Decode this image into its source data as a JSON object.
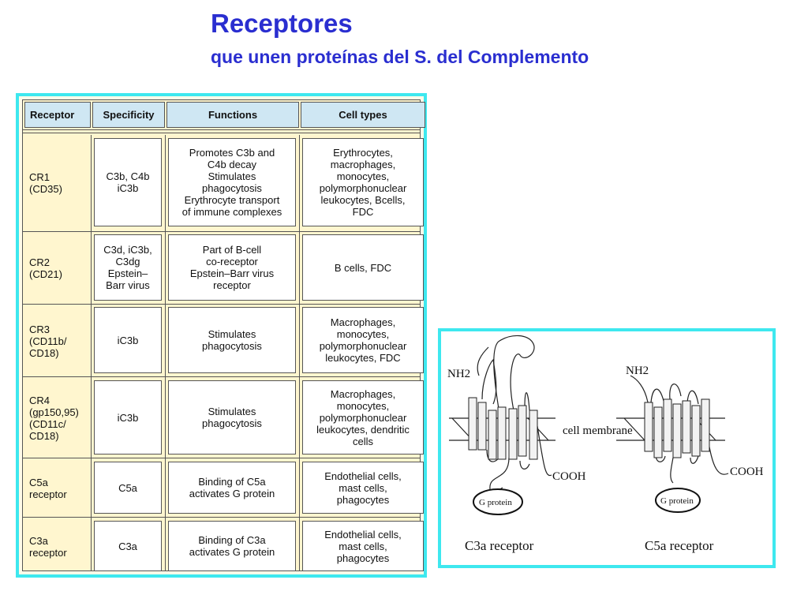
{
  "header": {
    "title": "Receptores",
    "subtitle": "que unen proteínas del S. del Complemento"
  },
  "table": {
    "columns": [
      "Receptor",
      "Specificity",
      "Functions",
      "Cell types"
    ],
    "rows": [
      {
        "receptor": "CR1\n(CD35)",
        "specificity": "C3b, C4b\niC3b",
        "functions": "Promotes C3b and\nC4b decay\nStimulates\nphagocytosis\nErythrocyte transport\nof immune complexes",
        "cell_types": "Erythrocytes,\nmacrophages,\nmonocytes,\npolymorphonuclear\nleukocytes, Bcells,\nFDC"
      },
      {
        "receptor": "CR2\n(CD21)",
        "specificity": "C3d, iC3b,\nC3dg\nEpstein–\nBarr virus",
        "functions": "Part of B-cell\nco-receptor\nEpstein–Barr virus\nreceptor",
        "cell_types": "B cells, FDC"
      },
      {
        "receptor": "CR3\n(CD11b/\nCD18)",
        "specificity": "iC3b",
        "functions": "Stimulates\nphagocytosis",
        "cell_types": "Macrophages,\nmonocytes,\npolymorphonuclear\nleukocytes, FDC"
      },
      {
        "receptor": "CR4\n(gp150,95)\n(CD11c/\nCD18)",
        "specificity": "iC3b",
        "functions": "Stimulates\nphagocytosis",
        "cell_types": "Macrophages,\nmonocytes,\npolymorphonuclear\nleukocytes, dendritic\ncells"
      },
      {
        "receptor": "C5a\nreceptor",
        "specificity": "C5a",
        "functions": "Binding of C5a\nactivates G protein",
        "cell_types": "Endothelial cells,\nmast cells,\nphagocytes"
      },
      {
        "receptor": "C3a\nreceptor",
        "specificity": "C3a",
        "functions": "Binding of C3a\nactivates G protein",
        "cell_types": "Endothelial cells,\nmast cells,\nphagocytes"
      }
    ]
  },
  "diagram": {
    "left": {
      "n_terminus": "NH2",
      "c_terminus": "COOH",
      "g_protein": "G protein",
      "caption": "C3a receptor"
    },
    "right": {
      "n_terminus": "NH2",
      "c_terminus": "COOH",
      "g_protein": "G protein",
      "caption": "C5a receptor"
    },
    "membrane_label": "cell membrane"
  },
  "colors": {
    "title": "#2a2ed0",
    "frame": "#3ee8ef",
    "header_fill": "#cfe7f3",
    "table_fill": "#fff6cf"
  }
}
